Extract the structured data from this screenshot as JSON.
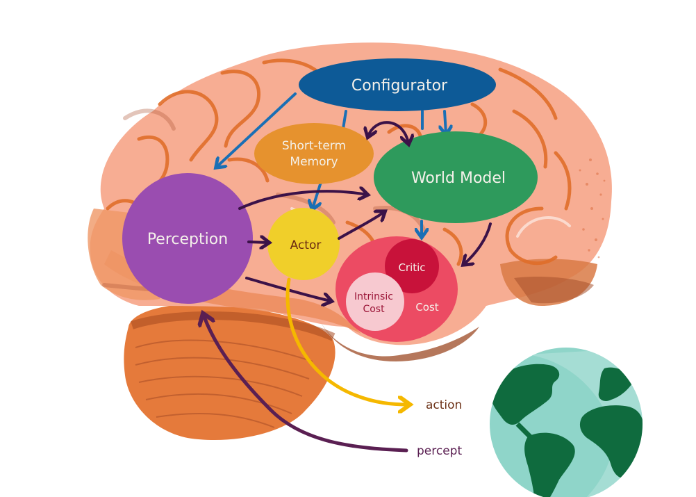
{
  "diagram": {
    "title": "",
    "modules": {
      "configurator": {
        "label": "Configurator",
        "color": "#0d5a97"
      },
      "short_term_memory": {
        "label_line1": "Short-term",
        "label_line2": "Memory",
        "color": "#e6922e"
      },
      "world_model": {
        "label": "World Model",
        "color": "#2e9a5c"
      },
      "perception": {
        "label": "Perception",
        "color": "#9a4db0"
      },
      "actor": {
        "label": "Actor",
        "color": "#f0cf2a"
      },
      "cost": {
        "label": "Cost",
        "color": "#ec4b63"
      },
      "critic": {
        "label": "Critic",
        "color": "#c8123a"
      },
      "intrinsic_cost": {
        "label_line1": "Intrinsic",
        "label_line2": "Cost",
        "color": "#f7c9d0"
      }
    },
    "io": {
      "action": {
        "label": "action",
        "color": "#f5b800"
      },
      "percept": {
        "label": "percept",
        "color": "#5a1f52"
      }
    },
    "world": {
      "name": "earth",
      "ocean_color": "#8fd5c9",
      "land_color": "#0f6b3e"
    },
    "brain": {
      "cortex_color": "#f7ad93",
      "fold_color": "#e06e2a",
      "cerebellum_color": "#e57a3b"
    },
    "arrow_colors": {
      "config": "#1a6fb5",
      "data": "#3b1248"
    },
    "edges": [
      {
        "from": "Configurator",
        "to": "Perception"
      },
      {
        "from": "Configurator",
        "to": "Short-term Memory"
      },
      {
        "from": "Configurator",
        "to": "World Model"
      },
      {
        "from": "Configurator",
        "to": "Cost"
      },
      {
        "from": "Short-term Memory",
        "to": "World Model",
        "bidirectional": true
      },
      {
        "from": "Short-term Memory",
        "to": "Actor"
      },
      {
        "from": "Perception",
        "to": "World Model"
      },
      {
        "from": "Perception",
        "to": "Actor"
      },
      {
        "from": "Perception",
        "to": "Cost"
      },
      {
        "from": "Actor",
        "to": "World Model"
      },
      {
        "from": "World Model",
        "to": "Cost"
      },
      {
        "from": "Actor",
        "to": "action"
      },
      {
        "from": "percept",
        "to": "Perception"
      }
    ]
  }
}
